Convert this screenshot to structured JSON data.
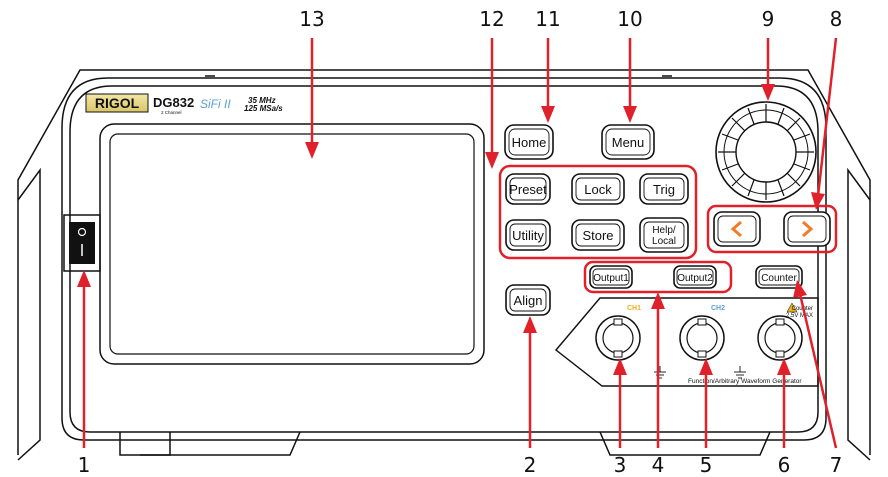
{
  "brand": {
    "logo": "RIGOL",
    "model": "DG832",
    "model_sub": "2 Channel",
    "series_mark": "SiFi II",
    "spec_line1": "35 MHz",
    "spec_line2": "125 MSa/s"
  },
  "buttons": {
    "home": "Home",
    "menu": "Menu",
    "preset": "Preset",
    "lock": "Lock",
    "trig": "Trig",
    "utility": "Utility",
    "store": "Store",
    "help_line1": "Help/",
    "help_line2": "Local",
    "align": "Align",
    "output1": "Output1",
    "output2": "Output2",
    "counter": "Counter"
  },
  "connectors": {
    "ch1": "CH1",
    "ch2": "CH2",
    "counter_note1": "Counter",
    "counter_note2": "2.5V MAX",
    "bottom_text": "Function/Arbitrary Waveform Generator"
  },
  "callouts": [
    "1",
    "2",
    "3",
    "4",
    "5",
    "6",
    "7",
    "8",
    "9",
    "10",
    "11",
    "12",
    "13"
  ],
  "colors": {
    "callout_red": "#e0202a",
    "ch1": "#e8b31a",
    "ch2": "#5aa0d8",
    "arrow_orange": "#f07c2a",
    "logo_red": "#c8102e"
  }
}
